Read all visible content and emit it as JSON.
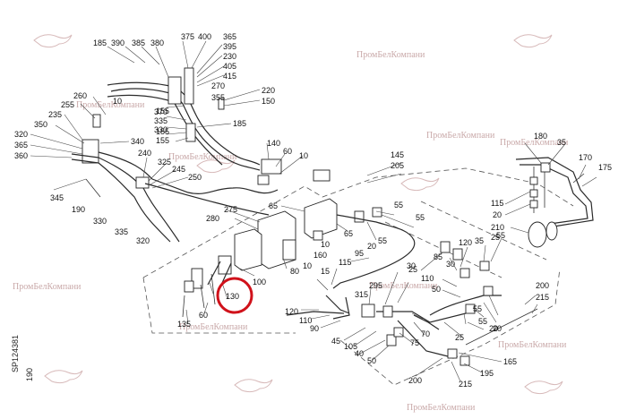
{
  "watermark": {
    "text": "ПромБелКомпани",
    "color": "#c9a9a9"
  },
  "highlight": {
    "label": "130",
    "color": "#d0121b"
  },
  "side_code": {
    "line1": "SP124381",
    "line2": "190"
  },
  "labels": [
    "185",
    "390",
    "385",
    "380",
    "375",
    "400",
    "365",
    "395",
    "230",
    "405",
    "415",
    "270",
    "220",
    "150",
    "355",
    "260",
    "255",
    "235",
    "350",
    "320",
    "365",
    "360",
    "10",
    "370",
    "335",
    "330",
    "155",
    "155",
    "155",
    "185",
    "340",
    "140",
    "10",
    "60",
    "345",
    "190",
    "330",
    "335",
    "320",
    "240",
    "325",
    "245",
    "250",
    "275",
    "280",
    "65",
    "65",
    "10",
    "80",
    "100",
    "10",
    "160",
    "15",
    "115",
    "145",
    "205",
    "55",
    "20",
    "55",
    "55",
    "95",
    "180",
    "35",
    "170",
    "175",
    "115",
    "20",
    "210",
    "25",
    "35",
    "120",
    "55",
    "85",
    "30",
    "110",
    "50",
    "30",
    "315",
    "25",
    "295",
    "20",
    "55",
    "55",
    "200",
    "215",
    "120",
    "110",
    "90",
    "60",
    "135",
    "45",
    "105",
    "40",
    "50",
    "75",
    "70",
    "25",
    "20",
    "165",
    "195",
    "200",
    "215"
  ]
}
